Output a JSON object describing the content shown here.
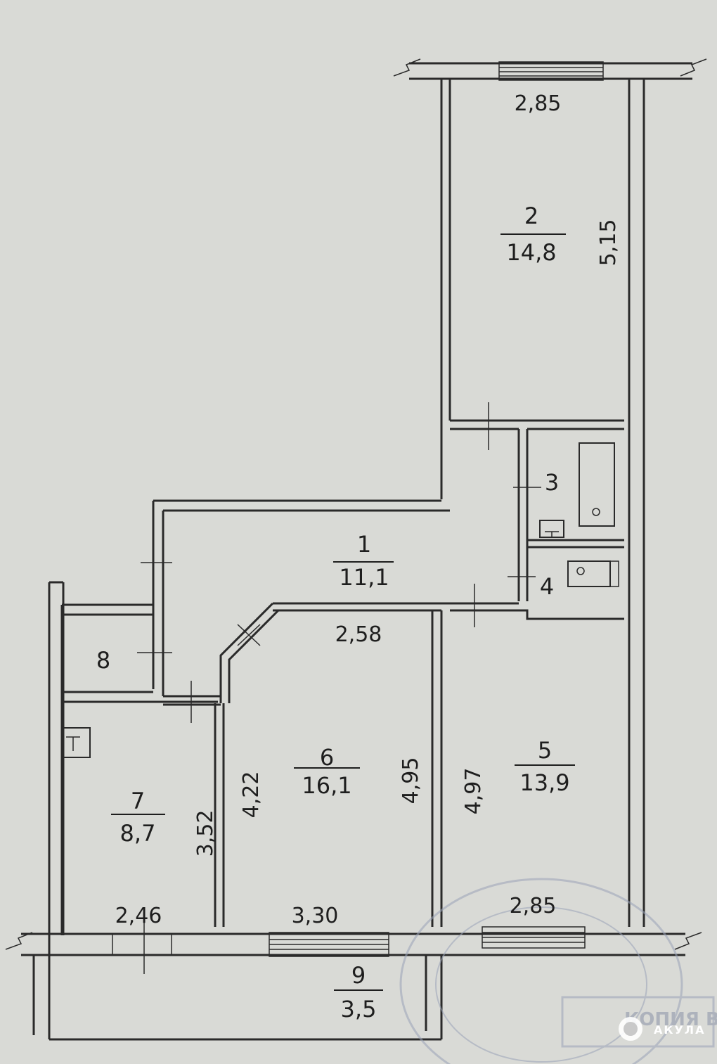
{
  "rooms": [
    {
      "id": "1",
      "area": "11,1"
    },
    {
      "id": "2",
      "area": "14,8"
    },
    {
      "id": "3"
    },
    {
      "id": "4"
    },
    {
      "id": "5",
      "area": "13,9"
    },
    {
      "id": "6",
      "area": "16,1"
    },
    {
      "id": "7",
      "area": "8,7"
    },
    {
      "id": "8"
    },
    {
      "id": "9",
      "area": "3,5"
    }
  ],
  "dimensions": {
    "room2_width": "2,85",
    "room2_length": "5,15",
    "hall_width": "2,58",
    "room6_left": "4,22",
    "room6_right": "4,95",
    "room5_left": "4,97",
    "room7_right": "3,52",
    "bottom_room7": "2,46",
    "bottom_room6": "3,30",
    "bottom_room5": "2,85"
  },
  "stamp": {
    "text": "КОПИЯ В"
  },
  "watermark": {
    "text": "АКУЛА"
  }
}
